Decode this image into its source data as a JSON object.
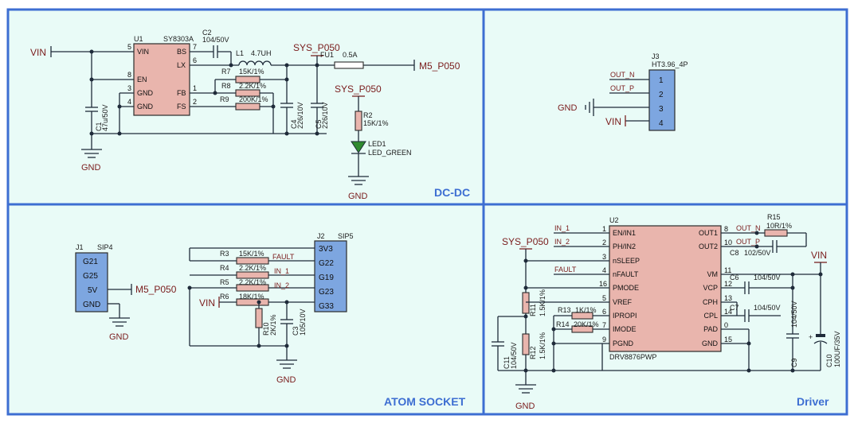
{
  "panels": {
    "dcdc": "DC-DC",
    "connector": "",
    "atom": "ATOM SOCKET",
    "driver": "Driver"
  },
  "dcdc": {
    "vin": "VIN",
    "u1_ref": "U1",
    "u1_part": "SY8303A",
    "u1_pins": {
      "vin": "VIN",
      "en": "EN",
      "gnd1": "GND",
      "gnd2": "GND",
      "bs": "BS",
      "lx": "LX",
      "fb": "FB",
      "fs": "FS"
    },
    "u1_nums": {
      "vin": "5",
      "en": "8",
      "gnd1": "3",
      "gnd2": "4",
      "bs": "7",
      "lx": "6",
      "fb": "1",
      "fs": "2"
    },
    "c1_ref": "C1",
    "c1_val": "47u/50V",
    "c2_ref": "C2",
    "c2_val": "104/50V",
    "l1_ref": "L1",
    "l1_val": "4.7UH",
    "r7_ref": "R7",
    "r7_val": "15K/1%",
    "r8_ref": "R8",
    "r8_val": "2.2K/1%",
    "r9_ref": "R9",
    "r9_val": "200K/1%",
    "c4_ref": "C4",
    "c4_val": "226/10V",
    "c5_ref": "C5",
    "c5_val": "226/10V",
    "sys1": "SYS_P050",
    "fu1_ref": "FU1",
    "fu1_val": "0.5A",
    "m5": "M5_P050",
    "sys2": "SYS_P050",
    "r2_ref": "R2",
    "r2_val": "15K/1%",
    "led_ref": "LED1",
    "led_val": "LED_GREEN",
    "gnd_a": "GND",
    "gnd_b": "GND"
  },
  "j3": {
    "ref": "J3",
    "part": "HT3.96_4P",
    "nets": [
      "OUT_N",
      "OUT_P",
      "GND",
      "VIN"
    ],
    "pins": [
      "1",
      "2",
      "3",
      "4"
    ]
  },
  "atom": {
    "j1_ref": "J1",
    "j1_part": "SIP4",
    "j1_pins": [
      "G21",
      "G25",
      "5V",
      "GND"
    ],
    "m5": "M5_P050",
    "gnd": "GND",
    "j2_ref": "J2",
    "j2_part": "SIP5",
    "j2_pins": [
      "3V3",
      "G22",
      "G19",
      "G23",
      "G33"
    ],
    "r3_ref": "R3",
    "r3_val": "15K/1%",
    "fault": "FAULT",
    "r4_ref": "R4",
    "r4_val": "2.2K/1%",
    "in1": "IN_1",
    "r5_ref": "R5",
    "r5_val": "2.2K/1%",
    "in2": "IN_2",
    "r6_ref": "R6",
    "r6_val": "18K/1%",
    "vin": "VIN",
    "r10_ref": "R10",
    "r10_val": "2K/1%",
    "c3_ref": "C3",
    "c3_val": "105/10V",
    "gnd2": "GND"
  },
  "driver": {
    "u2_ref": "U2",
    "u2_part": "DRV8876PWP",
    "left_pins": [
      {
        "name": "EN/IN1",
        "num": "1"
      },
      {
        "name": "PH/IN2",
        "num": "2"
      },
      {
        "name": "nSLEEP",
        "num": "3"
      },
      {
        "name": "nFAULT",
        "num": "4"
      },
      {
        "name": "PMODE",
        "num": "16"
      },
      {
        "name": "VREF",
        "num": "5"
      },
      {
        "name": "IPROPI",
        "num": "6"
      },
      {
        "name": "IMODE",
        "num": "7"
      },
      {
        "name": "PGND",
        "num": "9"
      }
    ],
    "right_pins": [
      {
        "name": "OUT1",
        "num": "8"
      },
      {
        "name": "OUT2",
        "num": "10"
      },
      {
        "name": "VM",
        "num": "11"
      },
      {
        "name": "VCP",
        "num": "12"
      },
      {
        "name": "CPH",
        "num": "13"
      },
      {
        "name": "CPL",
        "num": "14"
      },
      {
        "name": "PAD",
        "num": "0"
      },
      {
        "name": "GND",
        "num": "15"
      }
    ],
    "in1": "IN_1",
    "in2": "IN_2",
    "fault": "FAULT",
    "sys": "SYS_P050",
    "out_n": "OUT_N",
    "out_p": "OUT_P",
    "r15_ref": "R15",
    "r15_val": "10R/1%",
    "c8_ref": "C8",
    "c8_val": "102/50V",
    "vin": "VIN",
    "c6_ref": "C6",
    "c6_val": "104/50V",
    "c7_ref": "C7",
    "c7_val": "104/50V",
    "r13_ref": "R13",
    "r13_val": "1K/1%",
    "r14_ref": "R14",
    "r14_val": "20K/1%",
    "r11_ref": "R11",
    "r11_val": "1.5K/1%",
    "r12_ref": "R12",
    "r12_val": "1.5K/1%",
    "c11_ref": "C11",
    "c11_val": "104/50V",
    "c9_ref": "C9",
    "c9_val": "104/50V",
    "c10_ref": "C10",
    "c10_val": "100UF/35V",
    "gnd": "GND"
  }
}
